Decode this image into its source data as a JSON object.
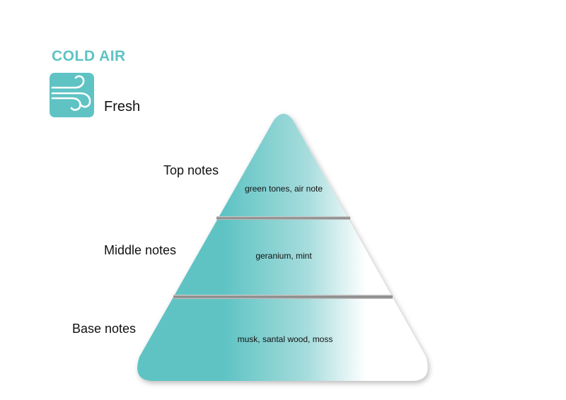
{
  "header": {
    "title": "COLD AIR",
    "category": "Fresh",
    "icon": "wind-icon"
  },
  "colors": {
    "accent": "#5fc3c4",
    "divider": "#9a9a9a"
  },
  "pyramid": {
    "tiers": [
      {
        "label": "Top notes",
        "notes": "green tones, air note"
      },
      {
        "label": "Middle notes",
        "notes": "geranium, mint"
      },
      {
        "label": "Base notes",
        "notes": "musk, santal wood, moss"
      }
    ]
  }
}
